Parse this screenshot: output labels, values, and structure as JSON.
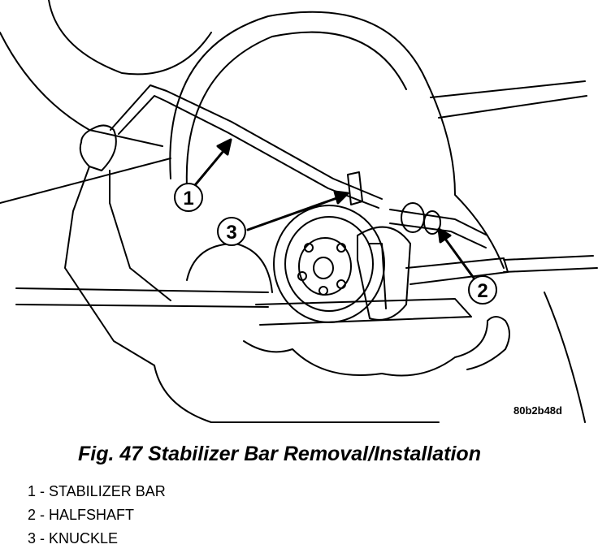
{
  "figure": {
    "id_code": "80b2b48d",
    "caption": "Fig. 47 Stabilizer Bar Removal/Installation",
    "callouts": [
      "1",
      "2",
      "3"
    ],
    "legend": [
      "1 - STABILIZER BAR",
      "2 - HALFSHAFT",
      "3 - KNUCKLE"
    ]
  }
}
